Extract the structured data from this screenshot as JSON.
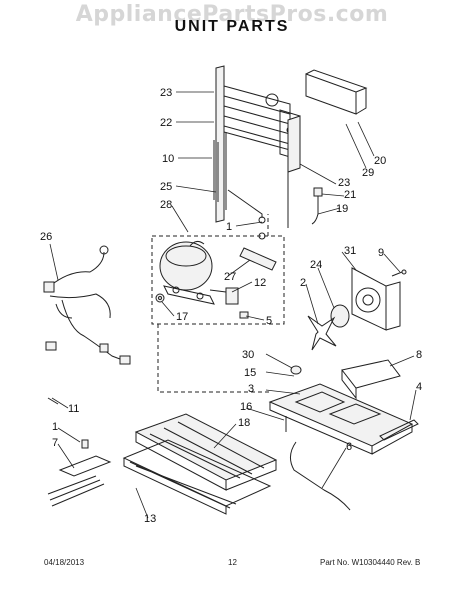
{
  "watermark": "AppliancePartsPros.com",
  "title": "UNIT PARTS",
  "footer": {
    "date": "04/18/2013",
    "page": "12",
    "part_no": "Part No. W10304440  Rev. B"
  },
  "callouts": {
    "c23a": "23",
    "c22": "22",
    "c10": "10",
    "c25": "25",
    "c28": "28",
    "c1a": "1",
    "c26": "26",
    "c27": "27",
    "c12": "12",
    "c17": "17",
    "c5": "5",
    "c20": "20",
    "c29": "29",
    "c23b": "23",
    "c21": "21",
    "c19": "19",
    "c31": "31",
    "c9": "9",
    "c24": "24",
    "c2": "2",
    "c30": "30",
    "c15": "15",
    "c3": "3",
    "c8": "8",
    "c4": "4",
    "c11": "11",
    "c16": "16",
    "c18": "18",
    "c1b": "1",
    "c7": "7",
    "c6": "6",
    "c13": "13"
  }
}
